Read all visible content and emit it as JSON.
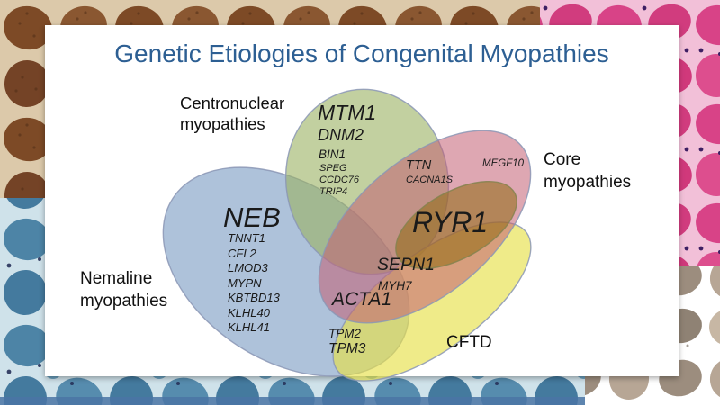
{
  "slide": {
    "title": "Genetic Etiologies of Congenital Myopathies",
    "categories": {
      "centronuclear": {
        "line1": "Centronuclear",
        "line2": "myopathies"
      },
      "core": {
        "line1": "Core",
        "line2": "myopathies"
      },
      "nemaline": {
        "line1": "Nemaline",
        "line2": "myopathies"
      },
      "cftd": {
        "label": "CFTD"
      }
    },
    "genes": {
      "centronuclear_only": [
        "MTM1",
        "DNM2",
        "BIN1",
        "SPEG",
        "CCDC76",
        "TRIP4"
      ],
      "nemaline_only": [
        "NEB",
        "TNNT1",
        "CFL2",
        "LMOD3",
        "MYPN",
        "KBTBD13",
        "KLHL40",
        "KLHL41"
      ],
      "core_only": [
        "MEGF10"
      ],
      "centronuclear_core_overlap": [
        "TTN",
        "CACNA1S"
      ],
      "multi_overlap": [
        "RYR1"
      ],
      "core_cftd_overlap": [
        "SEPN1",
        "MYH7"
      ],
      "nemaline_core_cftd_overlap": [
        "ACTA1"
      ],
      "nemaline_cftd_overlap": [
        "TPM2",
        "TPM3"
      ]
    },
    "colors": {
      "title_text": "#2d5f93",
      "ellipse_nemaline": "#7d9cc4",
      "ellipse_centronuclear": "#9ab060",
      "ellipse_cftd": "#e6e04a",
      "ellipse_core": "#c25f72",
      "ellipse_ryr1": "#8f6a10",
      "ellipse_outline": "#8b97b5"
    }
  }
}
